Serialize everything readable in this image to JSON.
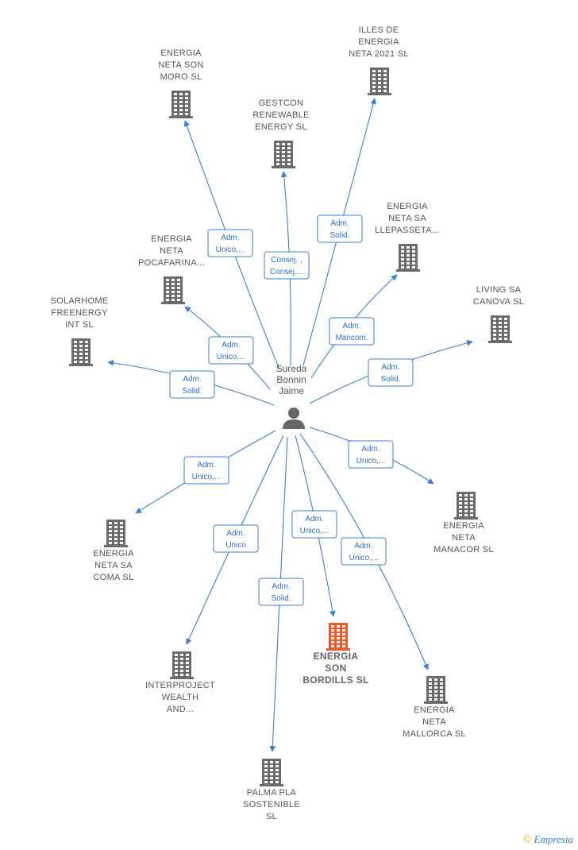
{
  "center": {
    "name_lines": [
      "Sureda",
      "Bonnin",
      "Jaime"
    ],
    "icon": "person-icon"
  },
  "colors": {
    "edge": "#3a7fd5",
    "building": "#6b6b6b",
    "highlight": "#f05a28"
  },
  "nodes": [
    {
      "id": "energia-neta-son-moro",
      "lines": [
        "ENERGIA",
        "NETA SON",
        "MORO  SL"
      ],
      "relation": [
        "Adm.",
        "Unico,..."
      ],
      "highlight": false
    },
    {
      "id": "gestcon-renewable-energy",
      "lines": [
        "GESTCON",
        "RENEWABLE",
        "ENERGY SL"
      ],
      "relation": [
        "Consej. ,",
        "Consej...."
      ],
      "highlight": false
    },
    {
      "id": "illes-de-energia-neta-2021",
      "lines": [
        "ILLES DE",
        "ENERGIA",
        "NETA 2021  SL"
      ],
      "relation": [
        "Adm.",
        "Solid."
      ],
      "highlight": false
    },
    {
      "id": "energia-neta-sa-llepasseta",
      "lines": [
        "ENERGIA",
        "NETA SA",
        "LLEPASSETA..."
      ],
      "relation": [
        "Adm.",
        "Mancom."
      ],
      "highlight": false
    },
    {
      "id": "living-sa-canova",
      "lines": [
        "LIVING SA",
        "CANOVA  SL"
      ],
      "relation": [
        "Adm.",
        "Solid."
      ],
      "highlight": false
    },
    {
      "id": "energia-neta-pocafarina",
      "lines": [
        "ENERGIA",
        "NETA",
        "POCAFARINA..."
      ],
      "relation": [
        "Adm.",
        "Unico,..."
      ],
      "highlight": false
    },
    {
      "id": "solarhome-freenergy-int",
      "lines": [
        "SOLARHOME",
        "FREENERGY",
        "INT  SL"
      ],
      "relation": [
        "Adm.",
        "Solid."
      ],
      "highlight": false
    },
    {
      "id": "energia-neta-manacor",
      "lines": [
        "ENERGIA",
        "NETA",
        "MANACOR  SL"
      ],
      "relation": [
        "Adm.",
        "Unico,..."
      ],
      "highlight": false
    },
    {
      "id": "energia-neta-sa-coma",
      "lines": [
        "ENERGIA",
        "NETA SA",
        "COMA  SL"
      ],
      "relation": [
        "Adm.",
        "Unico,..."
      ],
      "highlight": false
    },
    {
      "id": "interproject-wealth",
      "lines": [
        "INTERPROJECT",
        "WEALTH",
        "AND..."
      ],
      "relation": [
        "Adm.",
        "Unico"
      ],
      "highlight": false
    },
    {
      "id": "energia-son-bordills",
      "lines": [
        "ENERGIA",
        "SON",
        "BORDILLS  SL"
      ],
      "relation": [
        "Adm.",
        "Unico,..."
      ],
      "highlight": true
    },
    {
      "id": "energia-neta-mallorca",
      "lines": [
        "ENERGIA",
        "NETA",
        "MALLORCA  SL"
      ],
      "relation": [
        "Adm.",
        "Unico,..."
      ],
      "highlight": false
    },
    {
      "id": "palma-pla-sostenible",
      "lines": [
        "PALMA PLA",
        "SOSTENIBLE",
        "SL"
      ],
      "relation": [
        "Adm.",
        "Solid."
      ],
      "highlight": false
    }
  ],
  "footer": {
    "copyright": "©",
    "brand_initial": "E",
    "brand_rest": "mpresia"
  }
}
